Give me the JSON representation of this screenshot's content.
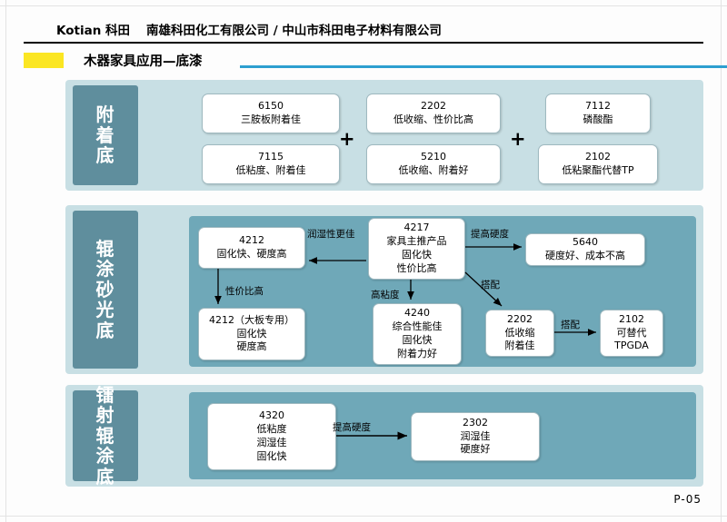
{
  "header": {
    "brand": "Kotian 科田",
    "company": "南雄科田化工有限公司 / 中山市科田电子材料有限公司"
  },
  "title": "木器家具应用—底漆",
  "page_number": "P-05",
  "colors": {
    "band": "#c8dfe4",
    "band_label": "#5f8e9d",
    "band_inner": "#6fa8b8",
    "title_rule": "#2d9fd0",
    "title_accent": "#fbe623"
  },
  "sections": [
    {
      "label": "附着底",
      "boxes": [
        {
          "code": "6150",
          "desc": "三胺板附着佳"
        },
        {
          "code": "2202",
          "desc": "低收缩、性价比高"
        },
        {
          "code": "7112",
          "desc": "磷酸酯"
        },
        {
          "code": "7115",
          "desc": "低粘度、附着佳"
        },
        {
          "code": "5210",
          "desc": "低收缩、附着好"
        },
        {
          "code": "2102",
          "desc": "低粘聚酯代替TP"
        }
      ],
      "operators": [
        "+",
        "+"
      ]
    },
    {
      "label": "辊涂砂光底",
      "boxes": [
        {
          "code": "4212",
          "desc": "固化快、硬度高"
        },
        {
          "code": "4217",
          "desc": "家具主推产品\n固化快\n性价比高"
        },
        {
          "code": "5640",
          "desc": "硬度好、成本不高"
        },
        {
          "code": "4212（大板专用）",
          "desc": "固化快\n硬度高"
        },
        {
          "code": "4240",
          "desc": "综合性能佳\n固化快\n附着力好"
        },
        {
          "code": "2202",
          "desc": "低收缩\n附着佳"
        },
        {
          "code": "2102",
          "desc": "可替代\nTPGDA"
        }
      ],
      "arrow_labels": [
        "润湿性更佳",
        "提高硬度",
        "性价比高",
        "高粘度",
        "搭配",
        "搭配"
      ]
    },
    {
      "label": "镭射辊涂底",
      "boxes": [
        {
          "code": "4320",
          "desc": "低粘度\n润湿佳\n固化快"
        },
        {
          "code": "2302",
          "desc": "润湿佳\n硬度好"
        }
      ],
      "arrow_labels": [
        "提高硬度"
      ]
    }
  ]
}
